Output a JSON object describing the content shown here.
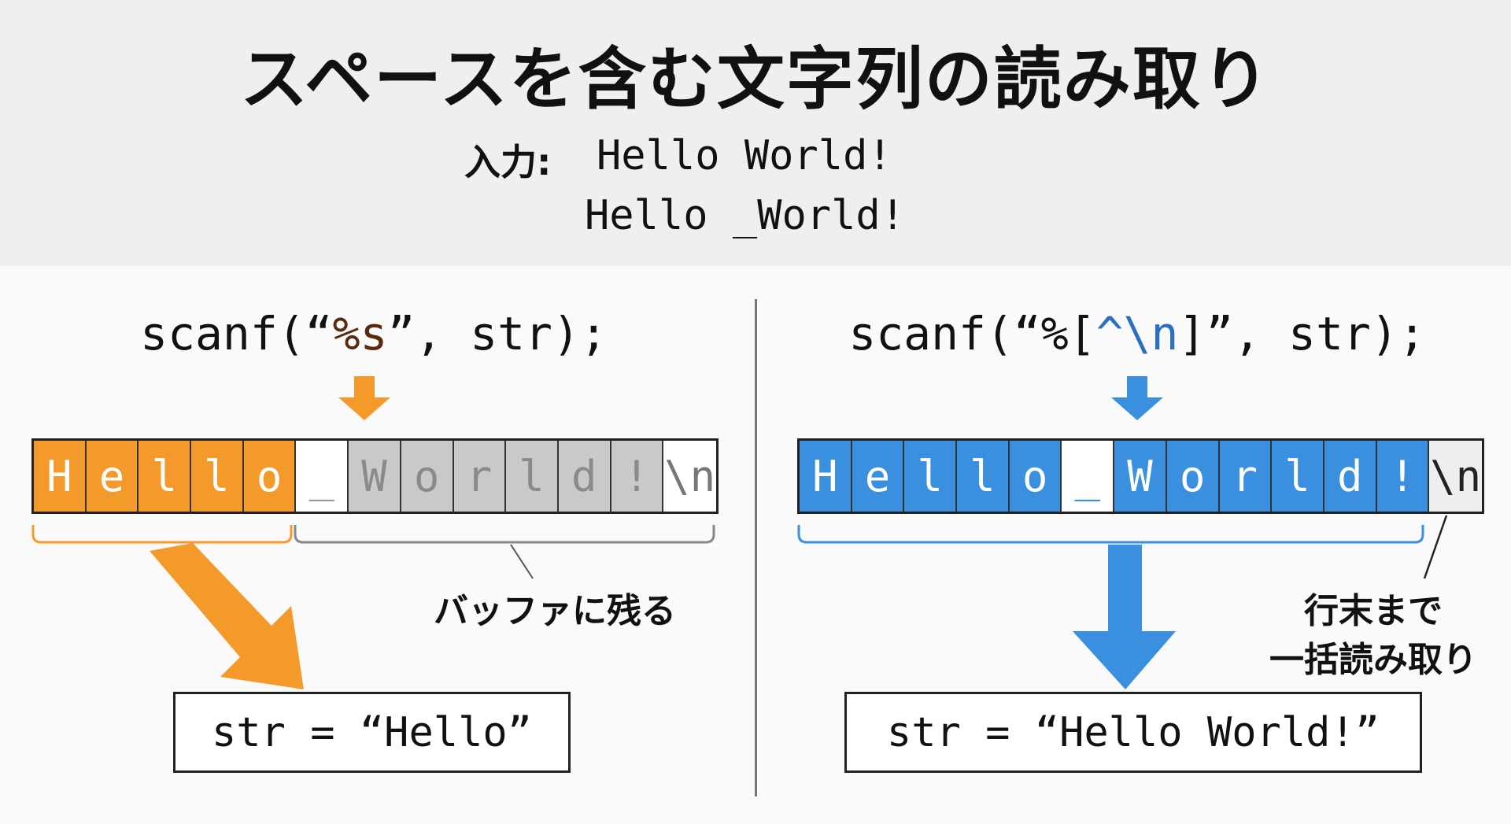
{
  "title": "スペースを含む文字列の読み取り",
  "input": {
    "label": "入力:",
    "line1": "Hello World!",
    "line2": "Hello _World!"
  },
  "left": {
    "code_pre": "scanf(“",
    "code_hl": "%s",
    "code_post": "”, str);",
    "cells": [
      "H",
      "e",
      "l",
      "l",
      "o",
      "_",
      "W",
      "o",
      "r",
      "l",
      "d",
      "!",
      "\\n"
    ],
    "cell_states": [
      "read",
      "read",
      "read",
      "read",
      "read",
      "space",
      "left",
      "left",
      "left",
      "left",
      "left",
      "left",
      "newline"
    ],
    "annotation": "バッファに残る",
    "result": "str = “Hello”",
    "color": "#F39A2B"
  },
  "right": {
    "code_pre": "scanf(“%[",
    "code_hl": "^\\n",
    "code_post": "]”, str);",
    "cells": [
      "H",
      "e",
      "l",
      "l",
      "o",
      "_",
      "W",
      "o",
      "r",
      "l",
      "d",
      "!",
      "\\n"
    ],
    "cell_states": [
      "read",
      "read",
      "read",
      "read",
      "read",
      "space",
      "read",
      "read",
      "read",
      "read",
      "read",
      "read",
      "newline"
    ],
    "annotation_line1": "行末まで",
    "annotation_line2": "一括読み取り",
    "result": "str = “Hello World!”",
    "color": "#3A8FDE"
  }
}
